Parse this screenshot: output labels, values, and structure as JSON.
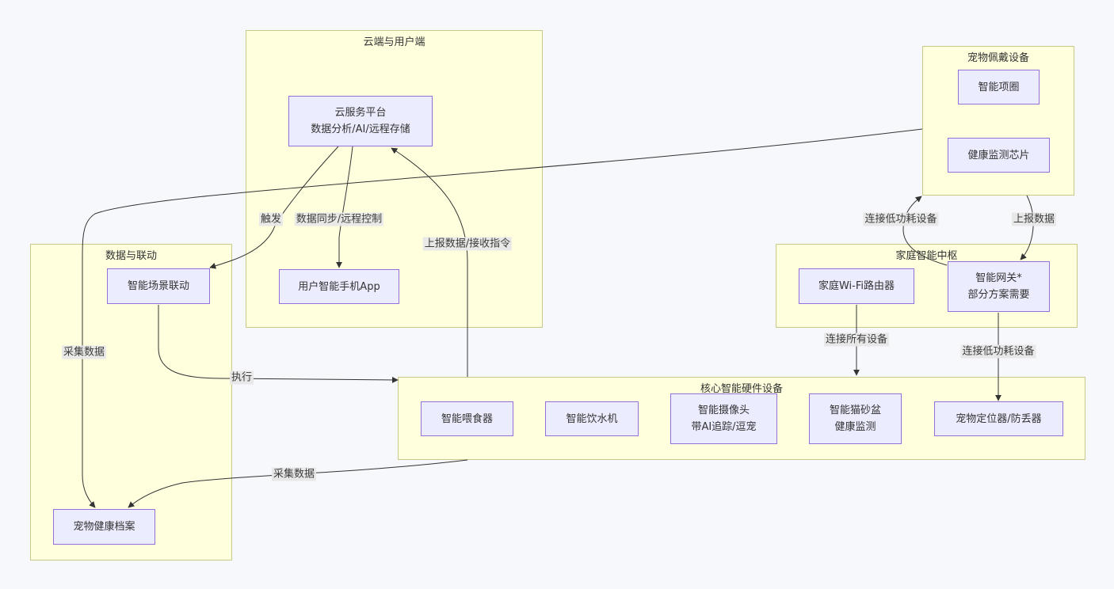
{
  "clusters": {
    "cloud": {
      "title": "云端与用户端"
    },
    "wearable": {
      "title": "宠物佩戴设备"
    },
    "data_link": {
      "title": "数据与联动"
    },
    "home_hub": {
      "title": "家庭智能中枢"
    },
    "core": {
      "title": "核心智能硬件设备"
    }
  },
  "nodes": {
    "cloud_platform": {
      "line1": "云服务平台",
      "line2": "数据分析/AI/远程存储"
    },
    "mobile_app": {
      "label": "用户智能手机App"
    },
    "smart_collar": {
      "label": "智能项圈"
    },
    "health_chip": {
      "label": "健康监测芯片"
    },
    "scene_linkage": {
      "label": "智能场景联动"
    },
    "health_record": {
      "label": "宠物健康档案"
    },
    "wifi_router": {
      "label": "家庭Wi-Fi路由器"
    },
    "gateway": {
      "line1": "智能网关*",
      "line2": "部分方案需要"
    },
    "feeder": {
      "label": "智能喂食器"
    },
    "water": {
      "label": "智能饮水机"
    },
    "camera": {
      "line1": "智能摄像头",
      "line2": "带AI追踪/逗宠"
    },
    "litter": {
      "line1": "智能猫砂盆",
      "line2": "健康监测"
    },
    "tracker": {
      "label": "宠物定位器/防丢器"
    }
  },
  "edges": {
    "trigger": "触发",
    "sync_control": "数据同步/远程控制",
    "report_receive": "上报数据/接收指令",
    "collect_wearable": "采集数据",
    "connect_lowpower_up": "连接低功耗设备",
    "report_up": "上报数据",
    "execute": "执行",
    "connect_all": "连接所有设备",
    "connect_lowpower_down": "连接低功耗设备",
    "collect_core": "采集数据"
  },
  "colors": {
    "cluster_fill": "#ffffde",
    "cluster_border": "#c7c98a",
    "node_fill": "#ececff",
    "node_border": "#9370db",
    "edge": "#333333",
    "background": "#f7f8fb"
  }
}
